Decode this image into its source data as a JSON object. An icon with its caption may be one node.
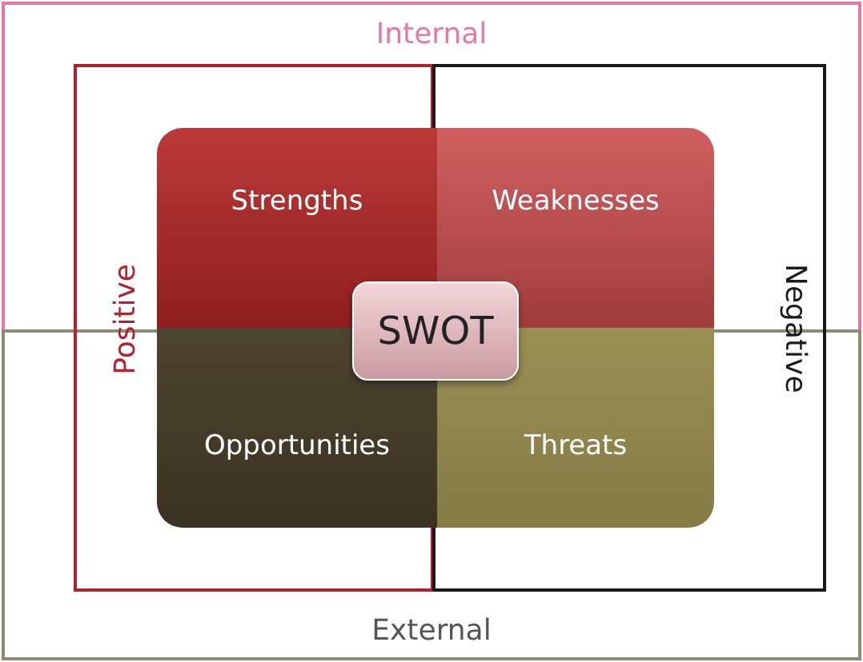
{
  "diagram": {
    "nodes": [
      {
        "text": [
          "Internal"
        ]
      },
      {
        "text": [
          "External"
        ]
      },
      {
        "text": [
          "Positive"
        ]
      },
      {
        "text": [
          "Negative"
        ]
      },
      {
        "text": [
          "Strengths"
        ]
      },
      {
        "text": [
          "Weaknesses"
        ]
      },
      {
        "text": [
          "Opportunities"
        ]
      },
      {
        "text": [
          "Threats"
        ]
      },
      {
        "text": [
          "SWOT"
        ]
      }
    ]
  }
}
